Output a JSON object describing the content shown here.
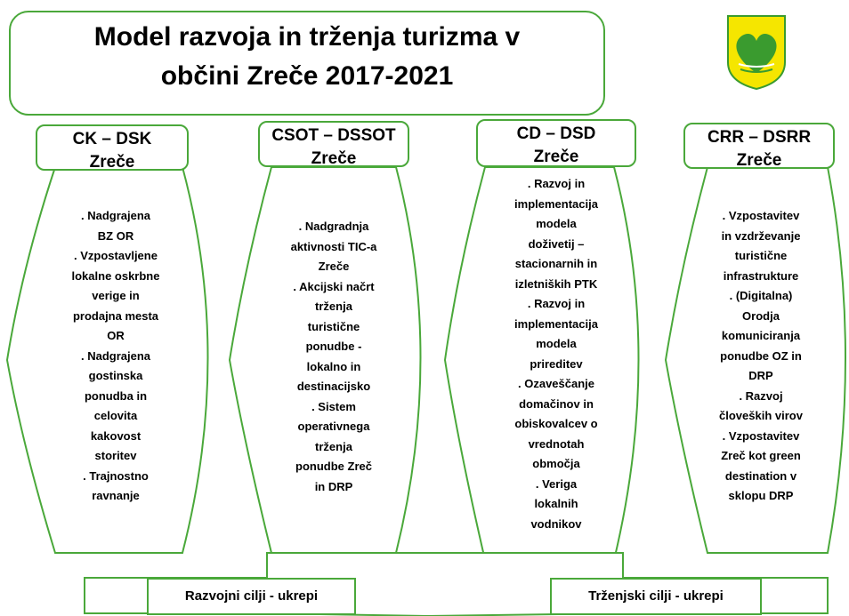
{
  "title": {
    "line1": "Model razvoja in trženja turizma v",
    "line2": "občini Zreče 2017-2021"
  },
  "emblem": {
    "icon": "heart-coat-of-arms-icon",
    "colors": {
      "shield": "#f5e600",
      "heart": "#3a9b2f"
    }
  },
  "columns": [
    {
      "header1": "CK – DSK",
      "header2": "Zreče",
      "lines": [
        ". Nadgrajena",
        "BZ OR",
        ". Vzpostavljene",
        "lokalne oskrbne",
        "verige in",
        "prodajna mesta",
        "OR",
        ". Nadgrajena",
        "gostinska",
        "ponudba in",
        "celovita",
        "kakovost",
        "storitev",
        ". Trajnostno",
        "ravnanje"
      ]
    },
    {
      "header1": "CSOT – DSSOT",
      "header2": "Zreče",
      "lines": [
        ". Nadgradnja",
        "aktivnosti TIC-a",
        "Zreče",
        ". Akcijski načrt",
        "trženja",
        "turistične",
        "ponudbe -",
        "lokalno in",
        "destinacijsko",
        ". Sistem",
        "operativnega",
        "trženja",
        "ponudbe Zreč",
        "in DRP"
      ]
    },
    {
      "header1": "CD – DSD",
      "header2": "Zreče",
      "lines": [
        ". Razvoj in",
        "implementacija",
        "modela",
        "doživetij –",
        "stacionarnih in",
        "izletniških PTK",
        ". Razvoj in",
        "implementacija",
        "modela",
        "prireditev",
        ". Ozaveščanje",
        "domačinov in",
        "obiskovalcev o",
        "vrednotah",
        "območja",
        ". Veriga",
        "lokalnih",
        "vodnikov"
      ]
    },
    {
      "header1": "CRR – DSRR",
      "header2": "Zreče",
      "lines": [
        ". Vzpostavitev",
        "in vzdrževanje",
        "turistične",
        "infrastrukture",
        ". (Digitalna)",
        "Orodja",
        "komuniciranja",
        "ponudbe OZ in",
        "DRP",
        ". Razvoj",
        "človeških virov",
        ". Vzpostavitev",
        "Zreč kot green",
        "destination v",
        "sklopu DRP"
      ]
    }
  ],
  "bottom": {
    "left_label": "Razvojni cilji - ukrepi",
    "right_label": "Trženjski cilji - ukrepi"
  },
  "colors": {
    "border": "#4aa83a"
  }
}
